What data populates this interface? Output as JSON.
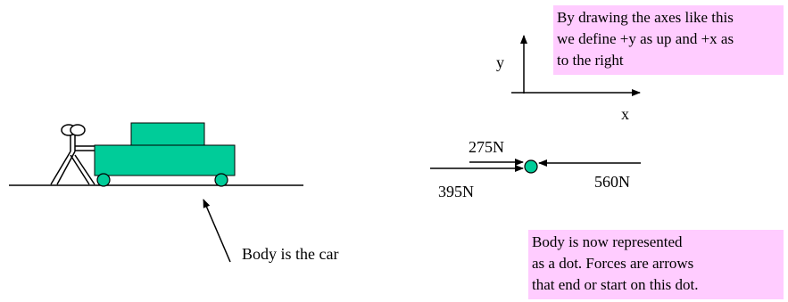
{
  "notes": {
    "axes_note": "By drawing the axes like this\nwe define +y as up and +x as\nto the right",
    "dot_note": "Body is now represented\nas a dot.  Forces are arrows\nthat end or start on this dot."
  },
  "labels": {
    "body_label": "Body is the car",
    "y_axis": "y",
    "x_axis": "x",
    "force_a": "275N",
    "force_b": "395N",
    "force_c": "560N"
  },
  "colors": {
    "note_fill": "#ffccff",
    "body_fill": "#00cc99",
    "outline": "#000000"
  }
}
